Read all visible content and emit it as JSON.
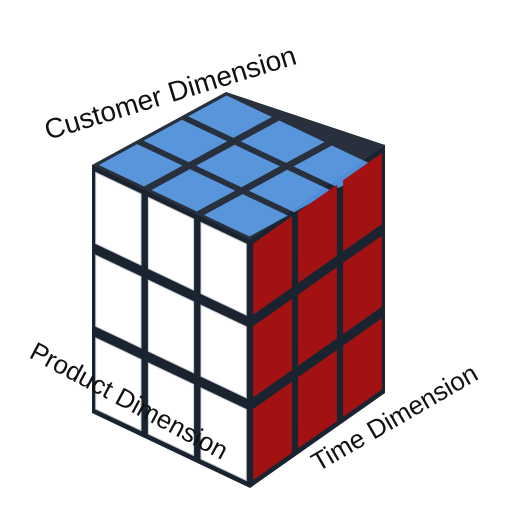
{
  "diagram": {
    "labels": {
      "customer": "Customer Dimension",
      "product": "Product Dimension",
      "time": "Time Dimension"
    },
    "cube": {
      "grid_size": 3,
      "colors": {
        "top": "#4f8fd9",
        "left": "#ffffff",
        "right": "#a31212",
        "edge": "#1a2430"
      }
    }
  }
}
